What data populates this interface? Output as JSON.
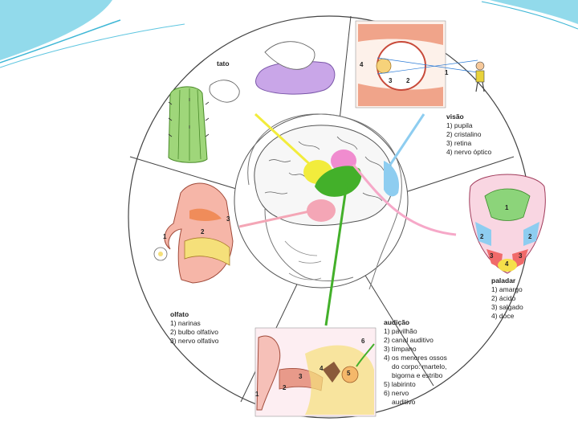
{
  "slide": {
    "accent_color": "#7fd3e8",
    "background": "#ffffff"
  },
  "diagram": {
    "colors": {
      "touch": "#f2ec3c",
      "vision": "#8ecdf0",
      "taste": "#f6a8c8",
      "smell": "#f4a6b6",
      "hearing": "#4caf3a",
      "brain_pink": "#f08ccf",
      "brain_green": "#43b02a"
    },
    "tato": {
      "title": "tato"
    },
    "visao": {
      "title": "visão",
      "items": [
        "1) pupila",
        "2) cristalino",
        "3) retina",
        "4) nervo óptico"
      ],
      "markers": [
        "1",
        "2",
        "3",
        "4"
      ]
    },
    "paladar": {
      "title": "paladar",
      "items": [
        "1) amargo",
        "2) ácido",
        "3) salgado",
        "4) doce"
      ],
      "markers": [
        "1",
        "2",
        "2",
        "3",
        "3",
        "4"
      ]
    },
    "olfato": {
      "title": "olfato",
      "items": [
        "1) narinas",
        "2) bulbo olfativo",
        "3) nervo olfativo"
      ],
      "markers": [
        "1",
        "2",
        "3"
      ]
    },
    "audicao": {
      "title": "audição",
      "items": [
        "1) pavilhão",
        "2) canal auditivo",
        "3) tímpano",
        "4) os menores ossos",
        "do corpo: martelo,",
        "bigorna e estribo",
        "5) labirinto",
        "6) nervo",
        "auditivo"
      ],
      "markers": [
        "1",
        "2",
        "3",
        "4",
        "5",
        "6"
      ]
    }
  }
}
